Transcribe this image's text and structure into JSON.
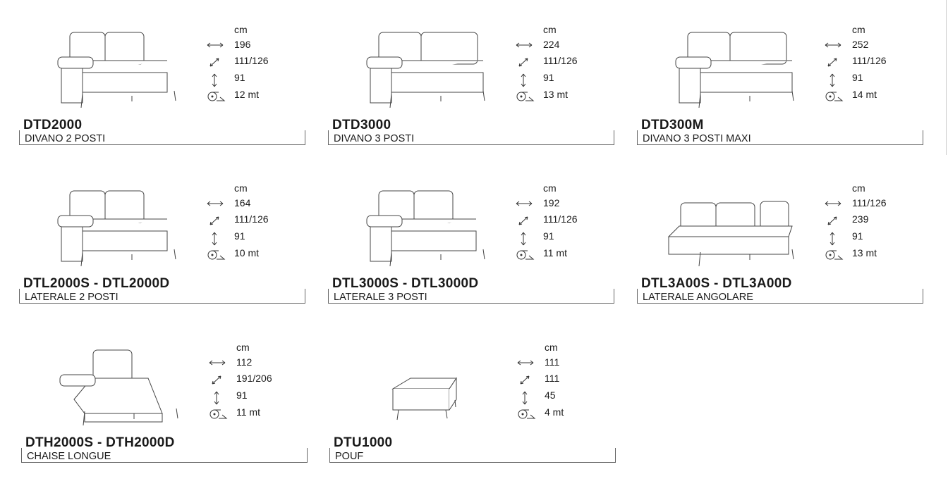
{
  "unit_label": "cm",
  "icons": [
    "width-arrow-icon",
    "depth-arrow-icon",
    "height-arrow-icon",
    "fabric-roll-icon"
  ],
  "products": [
    {
      "code": "DTD2000",
      "name": "DIVANO 2 POSTI",
      "type": "sofa2",
      "specs": [
        "196",
        "111/126",
        "91",
        "12 mt"
      ]
    },
    {
      "code": "DTD3000",
      "name": "DIVANO 3 POSTI",
      "type": "sofa3",
      "specs": [
        "224",
        "111/126",
        "91",
        "13 mt"
      ]
    },
    {
      "code": "DTD300M",
      "name": "DIVANO 3 POSTI MAXI",
      "type": "sofa3",
      "specs": [
        "252",
        "111/126",
        "91",
        "14 mt"
      ]
    },
    {
      "code": "DTL2000S - DTL2000D",
      "name": "LATERALE 2 POSTI",
      "type": "lat2",
      "specs": [
        "164",
        "111/126",
        "91",
        "10 mt"
      ]
    },
    {
      "code": "DTL3000S - DTL3000D",
      "name": "LATERALE 3 POSTI",
      "type": "lat2",
      "specs": [
        "192",
        "111/126",
        "91",
        "11 mt"
      ]
    },
    {
      "code": "DTL3A00S - DTL3A00D",
      "name": "LATERALE ANGOLARE",
      "type": "corner",
      "specs": [
        "111/126",
        "239",
        "91",
        "13 mt"
      ]
    },
    {
      "code": "DTH2000S - DTH2000D",
      "name": "CHAISE LONGUE",
      "type": "chaise",
      "specs": [
        "112",
        "191/206",
        "91",
        "11 mt"
      ]
    },
    {
      "code": "DTU1000",
      "name": "POUF",
      "type": "pouf",
      "specs": [
        "111",
        "111",
        "45",
        "4 mt"
      ]
    }
  ]
}
